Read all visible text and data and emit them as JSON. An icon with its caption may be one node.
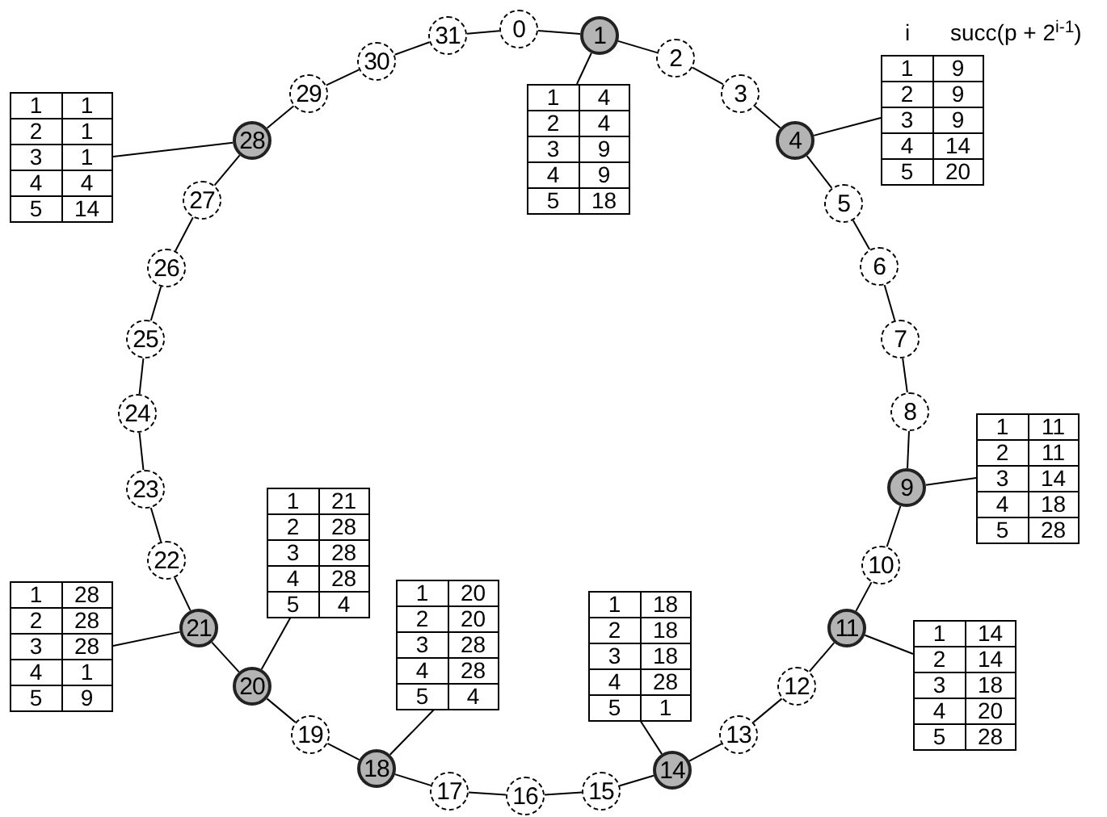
{
  "diagram": {
    "nodes": [
      {
        "text": [
          "0"
        ]
      },
      {
        "text": [
          "1"
        ]
      },
      {
        "text": [
          "2"
        ]
      },
      {
        "text": [
          "3"
        ]
      },
      {
        "text": [
          "4"
        ]
      },
      {
        "text": [
          "5"
        ]
      },
      {
        "text": [
          "6"
        ]
      },
      {
        "text": [
          "7"
        ]
      },
      {
        "text": [
          "8"
        ]
      },
      {
        "text": [
          "9"
        ]
      },
      {
        "text": [
          "10"
        ]
      },
      {
        "text": [
          "11"
        ]
      },
      {
        "text": [
          "12"
        ]
      },
      {
        "text": [
          "13"
        ]
      },
      {
        "text": [
          "14"
        ]
      },
      {
        "text": [
          "15"
        ]
      },
      {
        "text": [
          "16"
        ]
      },
      {
        "text": [
          "17"
        ]
      },
      {
        "text": [
          "18"
        ]
      },
      {
        "text": [
          "19"
        ]
      },
      {
        "text": [
          "20"
        ]
      },
      {
        "text": [
          "21"
        ]
      },
      {
        "text": [
          "22"
        ]
      },
      {
        "text": [
          "23"
        ]
      },
      {
        "text": [
          "24"
        ]
      },
      {
        "text": [
          "25"
        ]
      },
      {
        "text": [
          "26"
        ]
      },
      {
        "text": [
          "27"
        ]
      },
      {
        "text": [
          "28"
        ]
      },
      {
        "text": [
          "29"
        ]
      },
      {
        "text": [
          "30"
        ]
      },
      {
        "text": [
          "31"
        ]
      },
      {
        "text": [
          "1",
          "4",
          "2",
          "4",
          "3",
          "9",
          "4",
          "9",
          "5",
          "18"
        ]
      },
      {
        "text": [
          "1",
          "9",
          "2",
          "9",
          "3",
          "9",
          "4",
          "14",
          "5",
          "20"
        ]
      },
      {
        "text": [
          "1",
          "1",
          "2",
          "1",
          "3",
          "1",
          "4",
          "4",
          "5",
          "14"
        ]
      },
      {
        "text": [
          "1",
          "11",
          "2",
          "11",
          "3",
          "14",
          "4",
          "18",
          "5",
          "28"
        ]
      },
      {
        "text": [
          "1",
          "14",
          "2",
          "14",
          "3",
          "18",
          "4",
          "20",
          "5",
          "28"
        ]
      },
      {
        "text": [
          "1",
          "18",
          "2",
          "18",
          "3",
          "18",
          "4",
          "28",
          "5",
          "1"
        ]
      },
      {
        "text": [
          "1",
          "20",
          "2",
          "20",
          "3",
          "28",
          "4",
          "28",
          "5",
          "4"
        ]
      },
      {
        "text": [
          "1",
          "21",
          "2",
          "28",
          "3",
          "28",
          "4",
          "28",
          "5",
          "4"
        ]
      },
      {
        "text": [
          "1",
          "28",
          "2",
          "28",
          "3",
          "28",
          "4",
          "1",
          "5",
          "9"
        ]
      }
    ],
    "edges": [
      {
        "from": 0,
        "to": 1,
        "arrow": "none"
      },
      {
        "from": 1,
        "to": 2,
        "arrow": "none"
      },
      {
        "from": 2,
        "to": 3,
        "arrow": "none"
      },
      {
        "from": 3,
        "to": 4,
        "arrow": "none"
      },
      {
        "from": 4,
        "to": 5,
        "arrow": "none"
      },
      {
        "from": 5,
        "to": 6,
        "arrow": "none"
      },
      {
        "from": 6,
        "to": 7,
        "arrow": "none"
      },
      {
        "from": 7,
        "to": 8,
        "arrow": "none"
      },
      {
        "from": 8,
        "to": 9,
        "arrow": "none"
      },
      {
        "from": 9,
        "to": 10,
        "arrow": "none"
      },
      {
        "from": 10,
        "to": 11,
        "arrow": "none"
      },
      {
        "from": 11,
        "to": 12,
        "arrow": "none"
      },
      {
        "from": 12,
        "to": 13,
        "arrow": "none"
      },
      {
        "from": 13,
        "to": 14,
        "arrow": "none"
      },
      {
        "from": 14,
        "to": 15,
        "arrow": "none"
      },
      {
        "from": 15,
        "to": 16,
        "arrow": "none"
      },
      {
        "from": 16,
        "to": 17,
        "arrow": "none"
      },
      {
        "from": 17,
        "to": 18,
        "arrow": "none"
      },
      {
        "from": 18,
        "to": 19,
        "arrow": "none"
      },
      {
        "from": 19,
        "to": 20,
        "arrow": "none"
      },
      {
        "from": 20,
        "to": 21,
        "arrow": "none"
      },
      {
        "from": 21,
        "to": 22,
        "arrow": "none"
      },
      {
        "from": 22,
        "to": 23,
        "arrow": "none"
      },
      {
        "from": 23,
        "to": 24,
        "arrow": "none"
      },
      {
        "from": 24,
        "to": 25,
        "arrow": "none"
      },
      {
        "from": 25,
        "to": 26,
        "arrow": "none"
      },
      {
        "from": 26,
        "to": 27,
        "arrow": "none"
      },
      {
        "from": 27,
        "to": 28,
        "arrow": "none"
      },
      {
        "from": 28,
        "to": 29,
        "arrow": "none"
      },
      {
        "from": 29,
        "to": 30,
        "arrow": "none"
      },
      {
        "from": 30,
        "to": 31,
        "arrow": "none"
      },
      {
        "from": 31,
        "to": 0,
        "arrow": "none"
      },
      {
        "from": 1,
        "to": 32,
        "arrow": "none"
      },
      {
        "from": 4,
        "to": 33,
        "arrow": "none"
      },
      {
        "from": 28,
        "to": 34,
        "arrow": "none"
      },
      {
        "from": 9,
        "to": 35,
        "arrow": "none"
      },
      {
        "from": 11,
        "to": 36,
        "arrow": "none"
      },
      {
        "from": 14,
        "to": 37,
        "arrow": "none"
      },
      {
        "from": 18,
        "to": 38,
        "arrow": "none"
      },
      {
        "from": 20,
        "to": 39,
        "arrow": "none"
      },
      {
        "from": 21,
        "to": 40,
        "arrow": "none"
      }
    ],
    "labels": [
      "i",
      "succ(p + 2$^{i-1}$)"
    ]
  }
}
